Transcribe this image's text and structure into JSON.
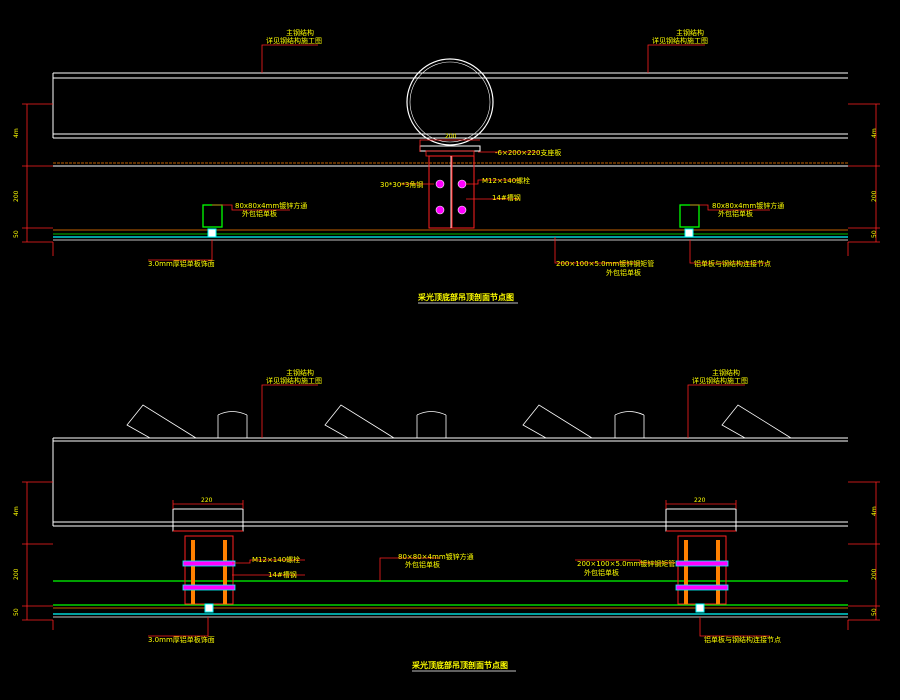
{
  "colors": {
    "background": "#000000",
    "line_white": "#ffffff",
    "dim_red": "#ff2020",
    "text_yellow": "#ffff00",
    "cyan": "#00ffff",
    "green": "#00ff00",
    "orange": "#ff8000",
    "magenta": "#ff00ff"
  },
  "top_detail": {
    "callout_left": [
      "主钢结构",
      "详见钢结构施工图"
    ],
    "callout_right": [
      "主钢结构",
      "详见钢结构施工图"
    ],
    "dim_200_top": "200",
    "plate_label": "-6×200×220支座板",
    "angle_label": "30*30*3角钢",
    "bolt_label": "M12×140螺栓",
    "bolt_label2": "14#槽钢",
    "tube_left": [
      "80x80x4mm镀锌方通",
      "外包铝单板"
    ],
    "tube_right": [
      "80x80x4mm镀锌方通",
      "外包铝单板"
    ],
    "bottom_left": "3.0mm厚铝单板饰面",
    "bottom_mid": [
      "200×100×5.0mm镀锌钢矩管",
      "外包铝单板"
    ],
    "bottom_right": "铝单板与钢结构连接节点",
    "side_dims": [
      "4m",
      "200",
      "50"
    ],
    "title": "采光顶底部吊顶剖面节点图"
  },
  "bottom_detail": {
    "callout_left": [
      "主钢结构",
      "详见钢结构施工图"
    ],
    "callout_right": [
      "主钢结构",
      "详见钢结构施工图"
    ],
    "dim_220_left": "220",
    "dim_220_right": "220",
    "bolt_label": "M12×140螺栓",
    "bolt_label2": "14#槽钢",
    "mid_label": [
      "80×80×4mm镀锌方通",
      "外包铝单板"
    ],
    "right_label": [
      "200×100×5.0mm镀锌钢矩管",
      "外包铝单板"
    ],
    "bottom_left": "3.0mm厚铝单板饰面",
    "bottom_right": "铝单板与钢结构连接节点",
    "side_dims": [
      "4m",
      "200",
      "50"
    ],
    "title": "采光顶底部吊顶剖面节点图"
  }
}
